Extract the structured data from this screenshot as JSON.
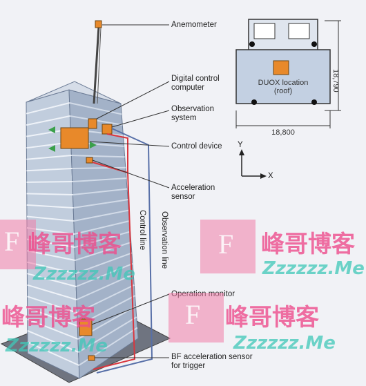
{
  "callouts": {
    "anemometer": "Anemometer",
    "digital_control_1": "Digital control",
    "digital_control_2": "computer",
    "observation_1": "Observation",
    "observation_2": "system",
    "control_device": "Control device",
    "accel_1": "Acceleration",
    "accel_2": "sensor",
    "operation_monitor": "Operation monitor",
    "bf_1": "BF acceleration sensor",
    "bf_2": "for trigger"
  },
  "lines": {
    "control_line": "Control line",
    "observation_line": "Observation line"
  },
  "plan": {
    "duox_1": "DUOX location",
    "duox_2": "(roof)",
    "width": "18,800",
    "depth": "18,790"
  },
  "axes": {
    "y": "Y",
    "x": "X"
  },
  "watermark": {
    "letter": "F",
    "cn": "峰哥博客",
    "url": "Zzzzzz.Me"
  },
  "colors": {
    "tower_face": "#b9c6d8",
    "tower_side": "#98a8bf",
    "device": "#e8892a",
    "control_line": "#d9363e",
    "observation_line": "#5870a8"
  }
}
